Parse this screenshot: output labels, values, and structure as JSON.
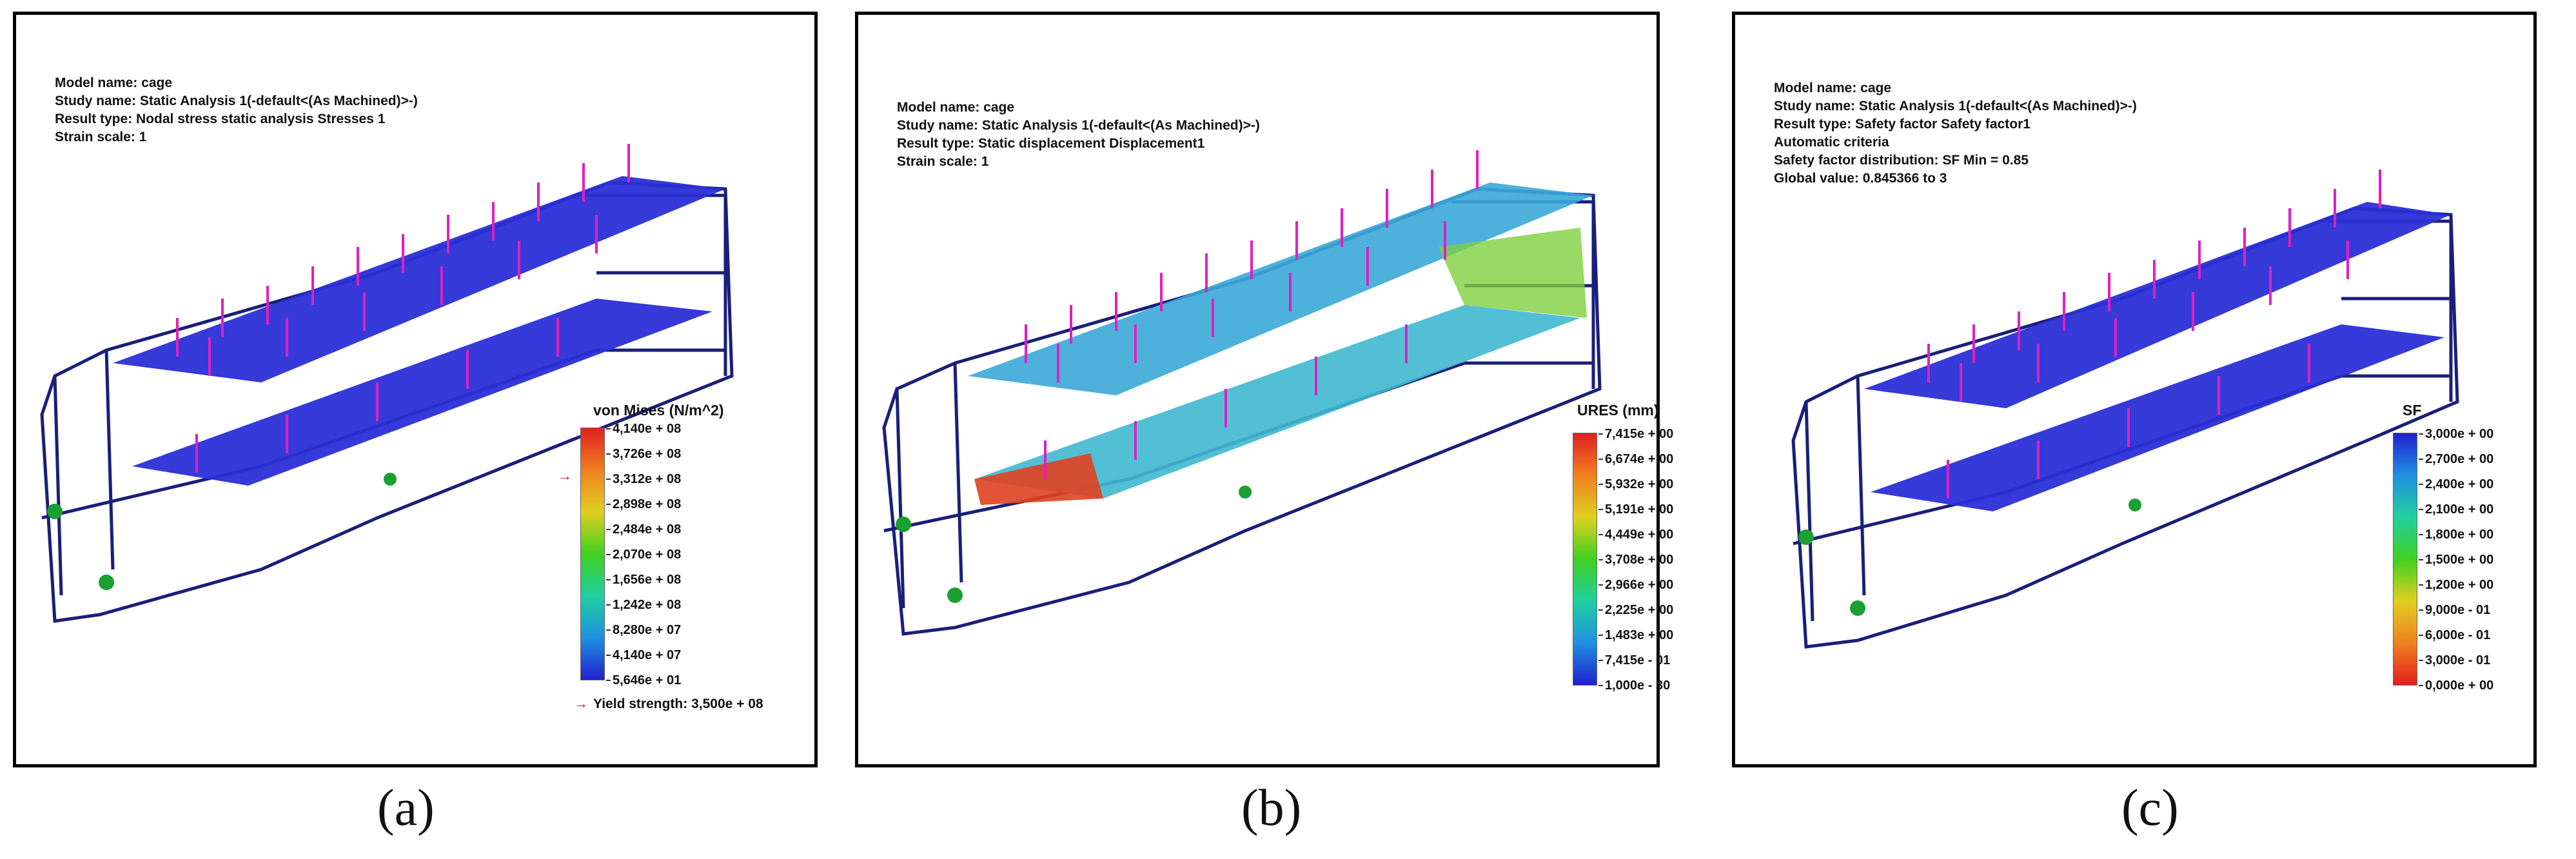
{
  "panels": [
    {
      "info": [
        "Model name: cage",
        "Study name:  Static Analysis 1(-default<(As Machined)>-)",
        "Result type: Nodal stress static analysis Stresses 1",
        "Strain scale: 1"
      ],
      "legend_title": "von Mises (N/m^2)",
      "ticks": [
        "4,140e + 08",
        "3,726e + 08",
        "3,312e + 08",
        "2,898e + 08",
        "2,484e + 08",
        "2,070e + 08",
        "1,656e + 08",
        "1,242e + 08",
        "8,280e + 07",
        "4,140e + 07",
        "5,646e + 01"
      ],
      "yield": "Yield strength: 3,500e + 08",
      "caption": "(a)"
    },
    {
      "info": [
        "Model name: cage",
        "Study name:  Static Analysis 1(-default<(As Machined)>-)",
        "Result type:  Static displacement Displacement1",
        "Strain scale: 1"
      ],
      "legend_title": "URES (mm)",
      "ticks": [
        "7,415e + 00",
        "6,674e + 00",
        "5,932e + 00",
        "5,191e + 00",
        "4,449e + 00",
        "3,708e + 00",
        "2,966e + 00",
        "2,225e + 00",
        "1,483e + 00",
        "7,415e - 01",
        "1,000e - 30"
      ],
      "caption": "(b)"
    },
    {
      "info": [
        "Model name: cage",
        "Study name:  Static Analysis 1(-default<(As Machined)>-)",
        "Result type:  Safety factor Safety factor1",
        "Automatic criteria",
        "Safety factor distribution: SF Min = 0.85",
        "Global value: 0.845366 to 3"
      ],
      "legend_title": "SF",
      "ticks": [
        "3,000e + 00",
        "2,700e + 00",
        "2,400e + 00",
        "2,100e + 00",
        "1,800e + 00",
        "1,500e + 00",
        "1,200e + 00",
        "9,000e - 01",
        "6,000e - 01",
        "3,000e - 01",
        "0,000e + 00"
      ],
      "caption": "(c)"
    }
  ],
  "colors": {
    "frame": "#1a1f7a",
    "deck": "#2a2fd6",
    "load": "#e020c0",
    "fixture": "#1aa030"
  }
}
